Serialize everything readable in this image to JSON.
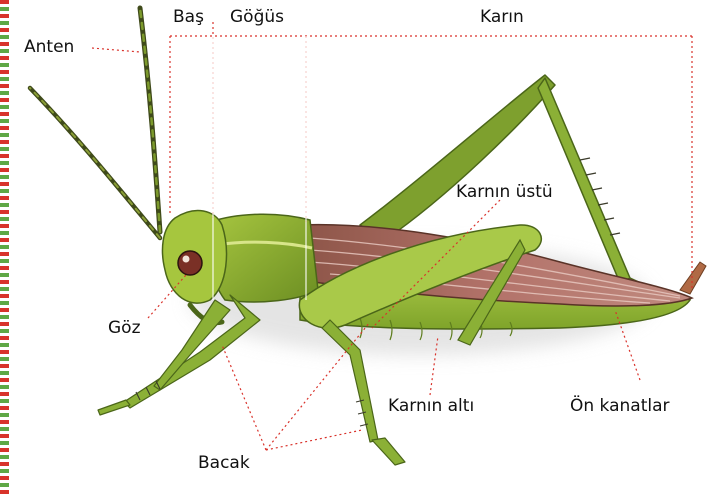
{
  "title": "",
  "labels": {
    "bas": "Baş",
    "gogus": "Göğüs",
    "karin": "Karın",
    "anten": "Anten",
    "karnin_ustu": "Karnın üstü",
    "goz": "Göz",
    "karnin_alti": "Karnın altı",
    "on_kanatlar": "Ön kanatlar",
    "bacak": "Bacak"
  },
  "colors": {
    "body_green": "#9cc43a",
    "dark_green": "#5e7d1e",
    "wing_brown": "#a0605a",
    "leader": "#d9322b",
    "border_red": "#d8332b",
    "border_green": "#5ea845"
  }
}
